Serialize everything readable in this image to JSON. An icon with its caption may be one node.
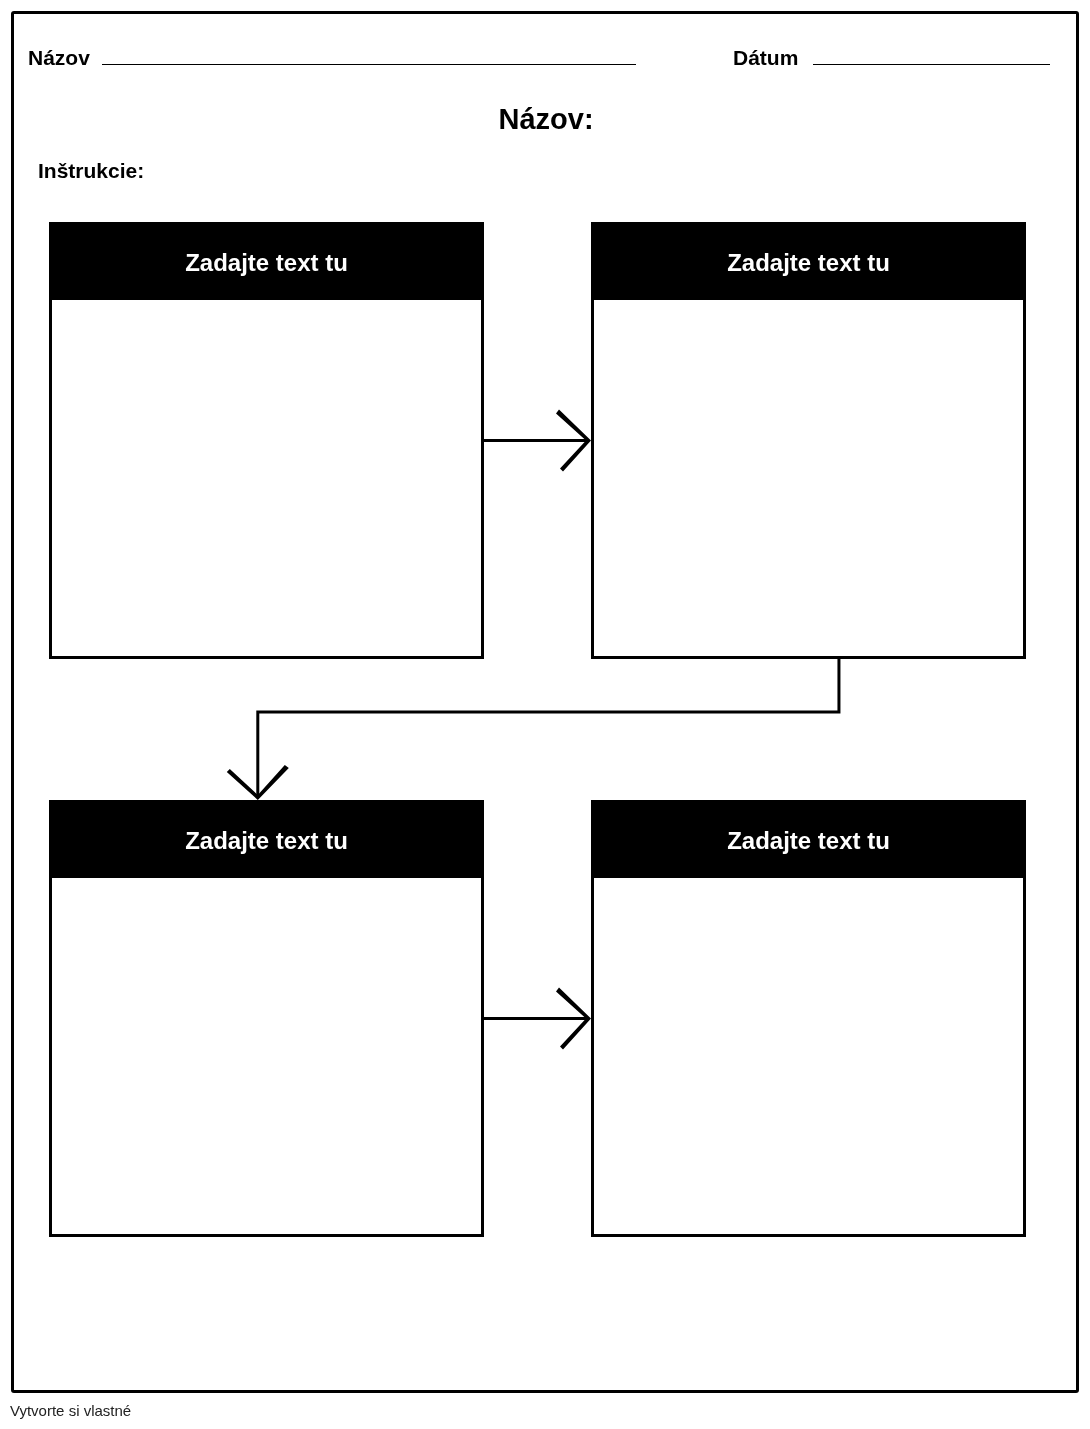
{
  "diagram": {
    "title": "Názov:",
    "nodes": [
      {
        "text": [
          "Zadajte text tu"
        ]
      },
      {
        "text": [
          "Zadajte text tu"
        ]
      },
      {
        "text": [
          "Zadajte text tu"
        ]
      },
      {
        "text": [
          "Zadajte text tu"
        ]
      }
    ],
    "edges": [
      {
        "from": 0,
        "to": 1,
        "arrow": "to"
      },
      {
        "from": 1,
        "to": 2,
        "arrow": "to"
      },
      {
        "from": 2,
        "to": 3,
        "arrow": "to"
      }
    ],
    "labels": [
      "Názov",
      "Dátum",
      "Inštrukcie:",
      "Vytvorte si vlastné"
    ]
  }
}
